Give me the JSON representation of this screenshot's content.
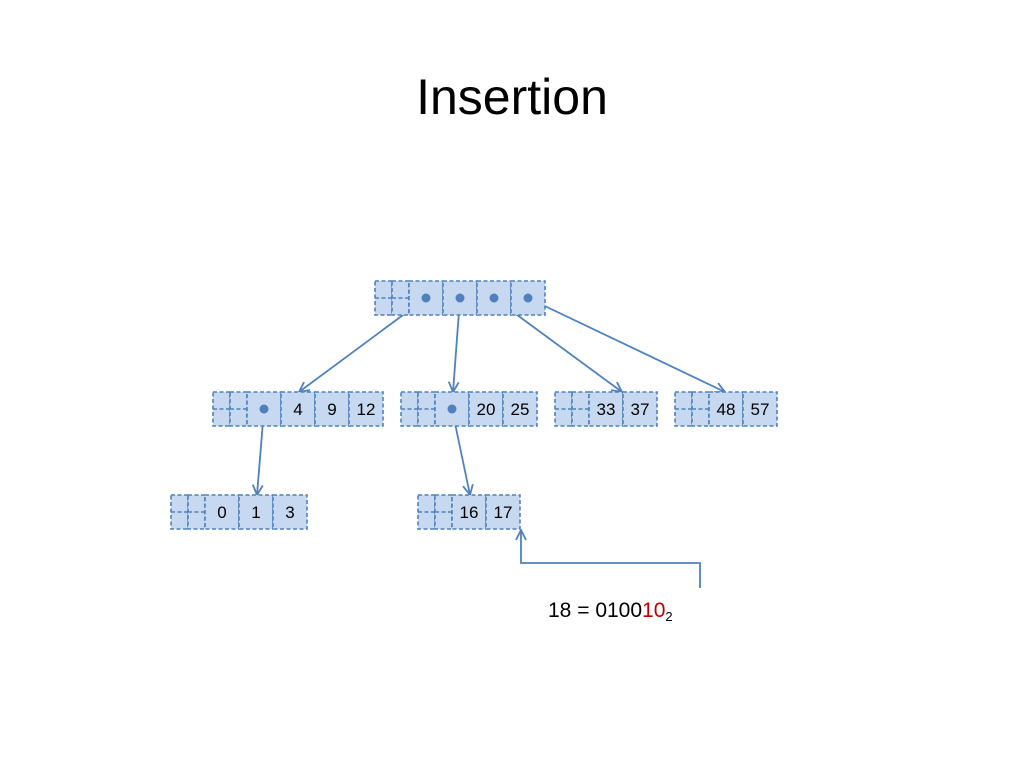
{
  "slide": {
    "title": "Insertion"
  },
  "colors": {
    "cell_fill": "#c6d9f1",
    "cell_stroke": "#4f81bd",
    "arrow": "#4f81bd",
    "highlight": "#c00000"
  },
  "nodes": {
    "root": {
      "values": [
        "",
        "",
        "",
        ""
      ]
    },
    "l1_a": {
      "values": [
        "",
        "4",
        "9",
        "12"
      ]
    },
    "l1_b": {
      "values": [
        "",
        "20",
        "25"
      ]
    },
    "l1_c": {
      "values": [
        "33",
        "37"
      ]
    },
    "l1_d": {
      "values": [
        "48",
        "57"
      ]
    },
    "l2_a": {
      "values": [
        "0",
        "1",
        "3"
      ]
    },
    "l2_b": {
      "values": [
        "16",
        "17"
      ]
    }
  },
  "equation": {
    "lhs": "18",
    "eq": "=",
    "prefix": "0100",
    "highlight": "10",
    "base": "2"
  }
}
